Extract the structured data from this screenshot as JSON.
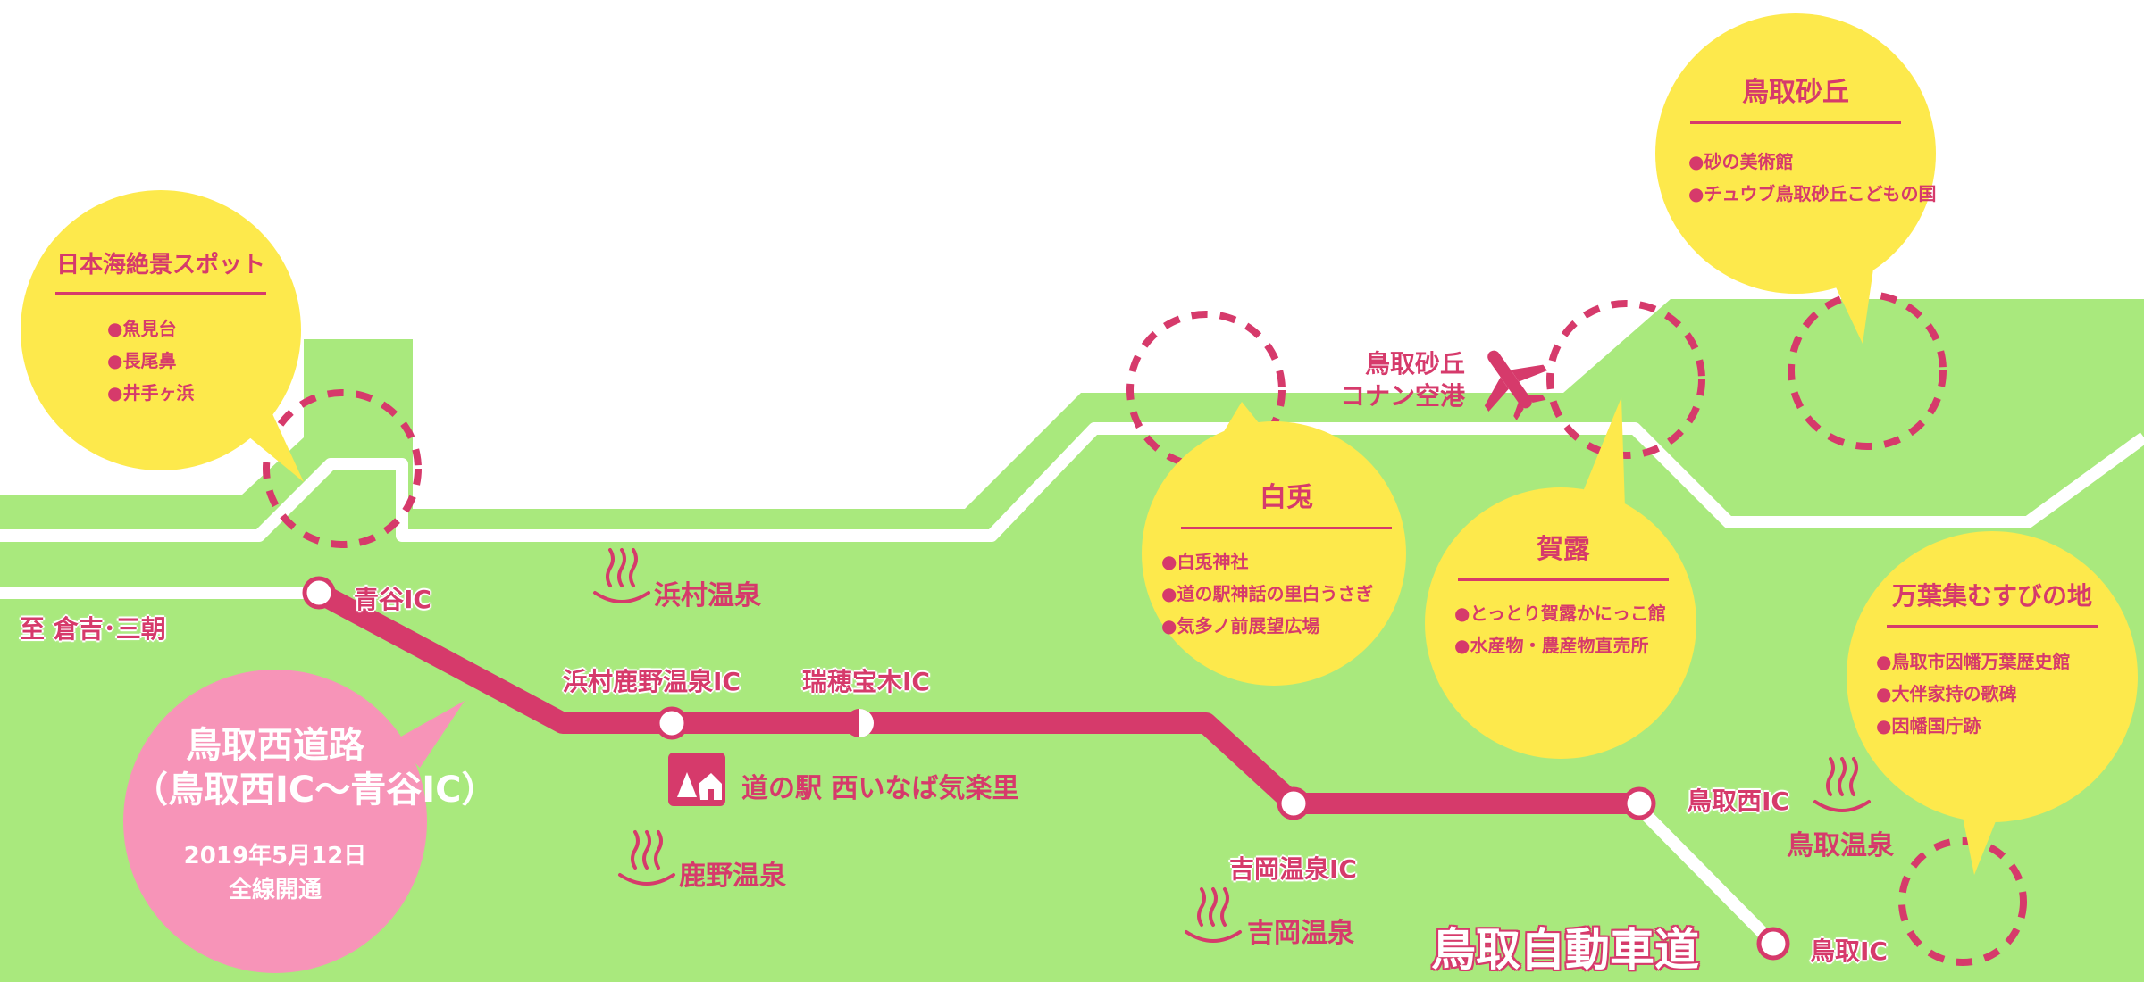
{
  "route": {
    "direction_label": "至 倉吉･三朝",
    "nishi_road": {
      "name_line1": "鳥取西道路",
      "name_line2": "（鳥取西IC〜青谷IC）",
      "date": "2019年5月12日",
      "status": "全線開通"
    },
    "expressway_label": "鳥取自動車道"
  },
  "interchanges": {
    "aoya": "青谷IC",
    "hamamura_shikano": "浜村鹿野温泉IC",
    "zuiho_houki": "瑞穂宝木IC",
    "yoshioka": "吉岡温泉IC",
    "tottori_nishi": "鳥取西IC",
    "tottori": "鳥取IC"
  },
  "hot_springs": {
    "hamamura": "浜村温泉",
    "shikano": "鹿野温泉",
    "yoshioka": "吉岡温泉",
    "tottori": "鳥取温泉"
  },
  "michi_no_eki": "道の駅 西いなば気楽里",
  "airport": {
    "line1": "鳥取砂丘",
    "line2": "コナン空港"
  },
  "bubbles": {
    "sea_views": {
      "title": "日本海絶景スポット",
      "items": [
        "魚見台",
        "長尾鼻",
        "井手ヶ浜"
      ]
    },
    "hakuto": {
      "title": "白兎",
      "items": [
        "白兎神社",
        "道の駅神話の里白うさぎ",
        "気多ノ前展望広場"
      ]
    },
    "karo": {
      "title": "賀露",
      "items": [
        "とっとり賀露かにっこ館",
        "水産物・農産物直売所"
      ]
    },
    "sakyu": {
      "title": "鳥取砂丘",
      "items": [
        "砂の美術館",
        "チュウブ鳥取砂丘こどもの国"
      ]
    },
    "manyo": {
      "title": "万葉集むすびの地",
      "items": [
        "鳥取市因幡万葉歴史館",
        "大伴家持の歌碑",
        "因幡国庁跡"
      ]
    }
  },
  "colors": {
    "land": "#a9e97d",
    "road": "#d63a6b",
    "bubble": "#fde94c",
    "bubble_pink": "#f794b8",
    "text": "#d63a6b"
  }
}
